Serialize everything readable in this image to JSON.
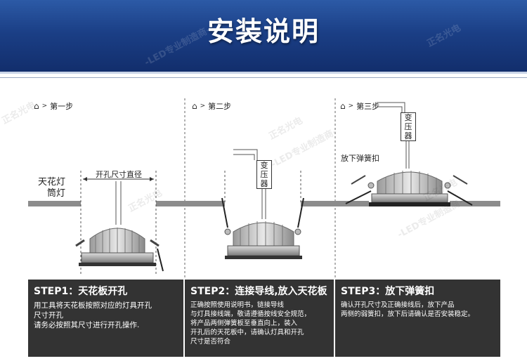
{
  "banner": {
    "title": "安装说明"
  },
  "step_headers": [
    "第一步",
    "第二步",
    "第三步"
  ],
  "diagram": {
    "ceiling_label_line1": "天花灯",
    "ceiling_label_line2": "筒灯",
    "hole_size_label": "开孔尺寸直径",
    "transformer_label": "变压器",
    "spring_release_label": "放下弹簧扣"
  },
  "panels": [
    {
      "title": "STEP1：天花板开孔",
      "lines": [
        "用工具将天花板按照对应的灯具开孔",
        "尺寸开孔",
        "请务必按照其尺寸进行开孔操作."
      ]
    },
    {
      "title": "STEP2：连接导线,放入天花板",
      "lines": [
        "正确按照使用说明书，链接导线",
        "与灯具接线端，敬请遵循按线安全规范，",
        "将产品两侧弹簧板至垂直向上，装入",
        "开孔后的天花板中，请确认灯具和开孔",
        "尺寸是否符合"
      ]
    },
    {
      "title": "STEP3：放下弹簧扣",
      "lines": [
        "确认开孔尺寸及正确接线后，放下产品",
        "两侧的弱簧扣，放下后请确认是否安装稳定。"
      ]
    }
  ],
  "watermark": [
    "正名光电",
    "-LED专业制造商-"
  ],
  "colors": {
    "banner": "#1b3f86",
    "panel": "#333333",
    "ceiling": "#888888"
  }
}
